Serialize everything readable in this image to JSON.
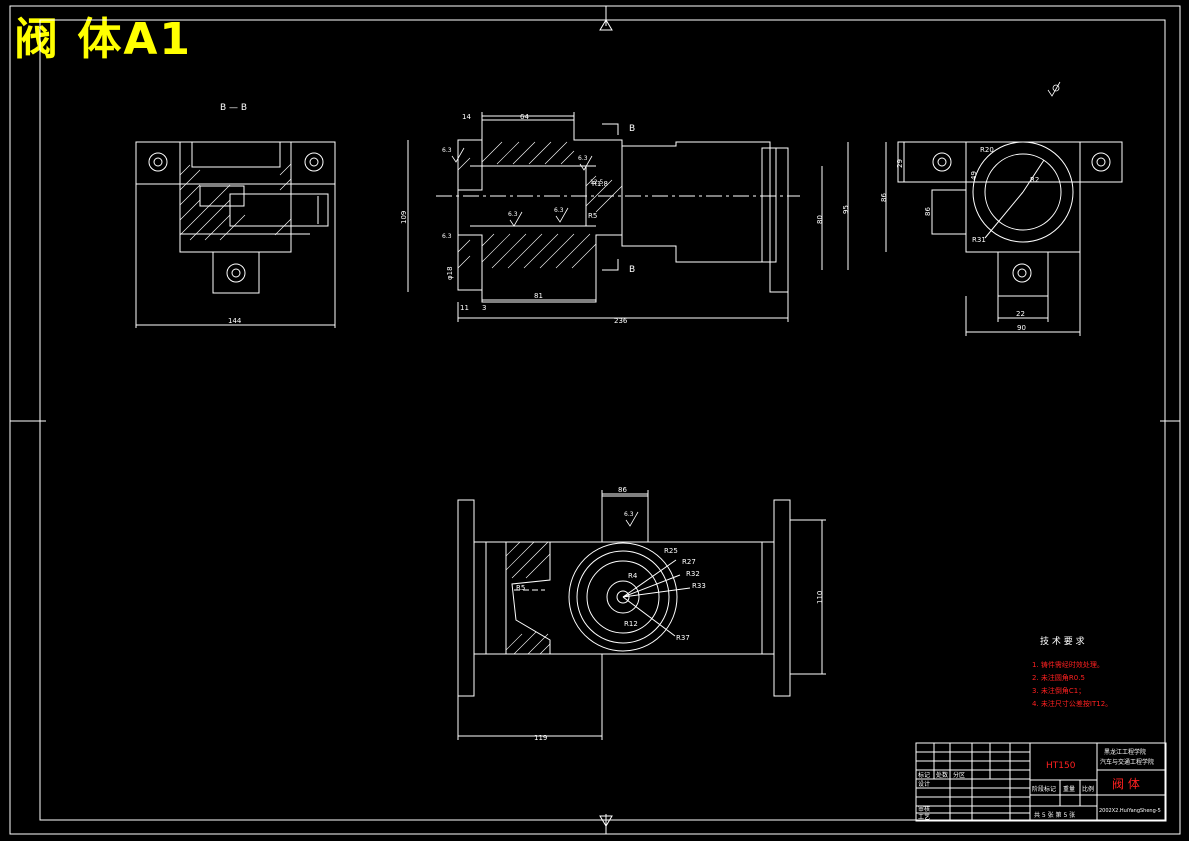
{
  "drawing": {
    "title": "阀 体A1",
    "section_label": "B — B",
    "section_marks": [
      "B",
      "B"
    ],
    "tech_requirements": {
      "heading": "技 术 要 求",
      "items": [
        "1. 铸件需经时效处理。",
        "2. 未注圆角R0.5",
        "3. 未注倒角C1；",
        "4. 未注尺寸公差按IT12。"
      ]
    },
    "title_block": {
      "material": "HT150",
      "school_line1": "黑龙江工程学院",
      "school_line2": "汽车与交通工程学院",
      "part_name": "阀 体",
      "drawing_no": "2002X2.HuiYangSheng-5",
      "row_labels": [
        "标记",
        "设计",
        "审核",
        "工艺"
      ],
      "header_labels": [
        "处数",
        "分区"
      ],
      "stage_labels": [
        "阶段标记",
        "重量",
        "比例"
      ],
      "sheet_info": "共 5 张  第 5 张"
    },
    "dimensions": {
      "top_left": [
        "144"
      ],
      "front": [
        "14",
        "64",
        "109",
        "81",
        "80",
        "95",
        "236",
        "11",
        "3",
        "R5",
        "R1.8",
        "φ18"
      ],
      "side": [
        "R20",
        "R2",
        "R31",
        "29",
        "49",
        "86",
        "86",
        "22",
        "90"
      ],
      "bottom": [
        "86",
        "R25",
        "R27",
        "R32",
        "R33",
        "R4",
        "R12",
        "R37",
        "R5",
        "110",
        "119"
      ],
      "roughness": [
        "6.3",
        "6.3",
        "6.3",
        "12.5",
        "6.3",
        "6.3",
        "6.3"
      ]
    }
  }
}
